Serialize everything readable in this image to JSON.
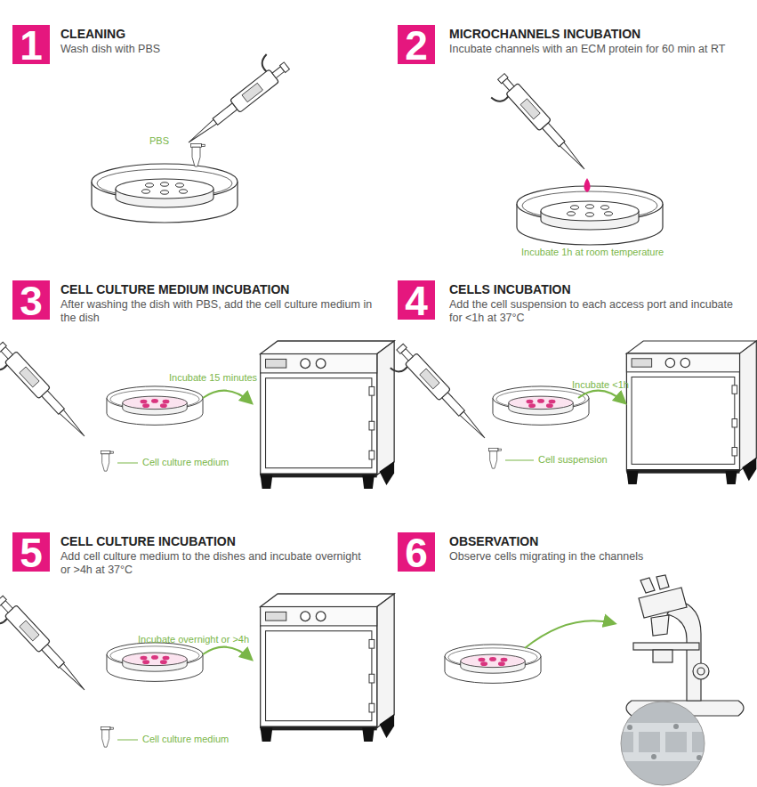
{
  "diagram": {
    "nodes": [
      {
        "text": [
          "1",
          "CLEANING",
          "Wash dish with PBS"
        ]
      },
      {
        "text": [
          "2",
          "MICROCHANNELS INCUBATION",
          "Incubate channels with an ECM protein for 60 min at RT"
        ]
      },
      {
        "text": [
          "3",
          "CELL CULTURE MEDIUM INCUBATION",
          "After washing the dish with PBS, add the cell culture medium in the dish"
        ]
      },
      {
        "text": [
          "4",
          "CELLS INCUBATION",
          "Add the cell suspension to each access port and incubate for <1h at 37°C"
        ]
      },
      {
        "text": [
          "5",
          "CELL CULTURE INCUBATION",
          "Add cell culture medium to the dishes and incubate overnight or >4h at 37°C"
        ]
      },
      {
        "text": [
          "6",
          "OBSERVATION",
          "Observe cells migrating in the channels"
        ]
      }
    ],
    "labels": [
      "PBS",
      "Incubate 1h at room temperature",
      "Incubate 15 minutes",
      "Cell culture medium",
      "Incubate <1h",
      "Cell suspension",
      "Incubate overnight or >4h",
      "Cell culture medium"
    ]
  }
}
